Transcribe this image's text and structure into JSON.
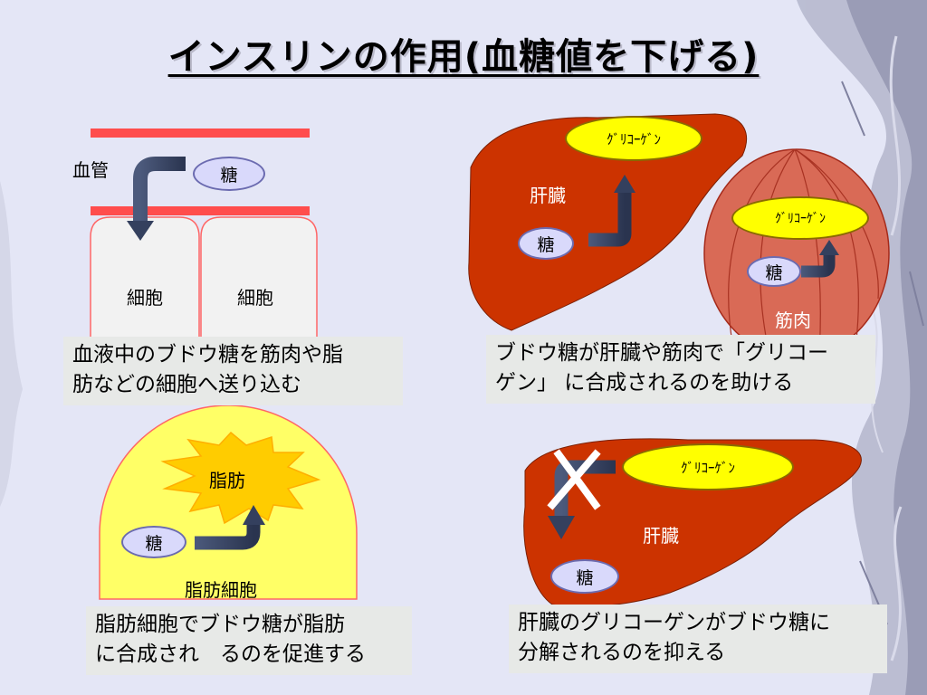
{
  "title": "インスリンの作用(血糖値を下げる)",
  "panel1": {
    "vessel_label": "血管",
    "sugar": "糖",
    "cell_left": "細胞",
    "cell_right": "細胞",
    "caption": [
      "血液中のブドウ糖を筋肉や脂",
      "肪などの細胞へ送り込む"
    ]
  },
  "panel2": {
    "liver_label": "肝臓",
    "glycogen_liver": "ｸﾞﾘｺｰｹﾞﾝ",
    "sugar_liver": "糖",
    "glycogen_muscle": "ｸﾞﾘｺｰｹﾞﾝ",
    "sugar_muscle": "糖",
    "muscle_label": "筋肉",
    "caption": [
      "ブドウ糖が肝臓や筋肉で「グリコー",
      "ゲン」 に合成されるのを助ける"
    ]
  },
  "panel3": {
    "fat_label": "脂肪",
    "sugar": "糖",
    "cell_label": "脂肪細胞",
    "caption": [
      "脂肪細胞でブドウ糖が脂肪",
      "に合成され　るのを促進する"
    ]
  },
  "panel4": {
    "glycogen": "ｸﾞﾘｺｰｹﾞﾝ",
    "liver_label": "肝臓",
    "sugar": "糖",
    "caption": [
      "肝臓のグリコーゲンがブドウ糖に",
      "分解されるのを抑える"
    ]
  },
  "colors": {
    "background": "#e4e6f6",
    "liver": "#cc3300",
    "muscle": "#d96a56",
    "vessel": "#ff4d4d",
    "fat_cell": "#ffff66",
    "fat": "#ffcc00",
    "glycogen": "#ffff00",
    "sugar": "#d9d9fb",
    "arrow": "#34405e"
  }
}
